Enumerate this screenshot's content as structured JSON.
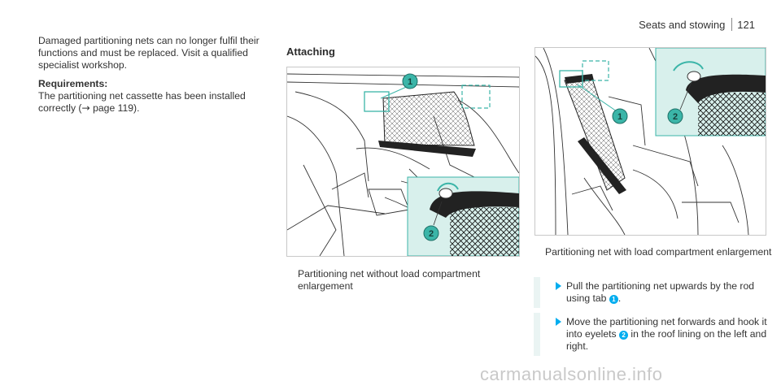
{
  "header": {
    "section": "Seats and stowing",
    "page_number": "121"
  },
  "col1": {
    "warning": "Damaged partitioning nets can no longer fulfil their functions and must be replaced. Visit a qualified specialist workshop.",
    "requirements_heading": "Requirements:",
    "requirements_text_before": "The partitioning net cassette has been installed correctly (",
    "requirements_arrow": "→",
    "requirements_text_after": " page 119)."
  },
  "attaching_title": "Attaching",
  "figures": {
    "fig1_caption": "Partitioning net without load compartment enlargement",
    "fig2_caption": "Partitioning net with load compartment enlargement",
    "callout_1": "1",
    "callout_2": "2"
  },
  "steps": [
    {
      "before": "Pull the partitioning net upwards by the rod using tab ",
      "badge": "1",
      "after": "."
    },
    {
      "before": "Move the partitioning net forwards and hook it into eyelets ",
      "badge": "2",
      "after": " in the roof lining on the left and right."
    }
  ],
  "watermark": "carmanualsonline.info",
  "colors": {
    "accent": "#00adef",
    "highlight_bg": "#eaf4f3",
    "figure_teal": "#3bb5a8"
  }
}
